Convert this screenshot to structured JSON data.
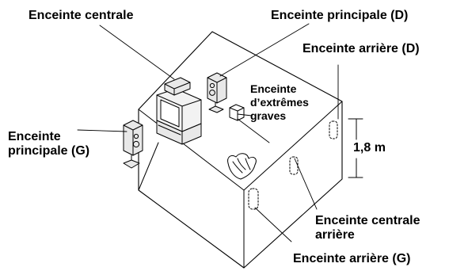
{
  "colors": {
    "ink": "#000000",
    "background": "#ffffff",
    "speaker_fill": "#e8e8e8",
    "screen_fill": "#f2f2f2"
  },
  "labels": {
    "center": "Enceinte centrale",
    "front_right": "Enceinte principale (D)",
    "rear_right": "Enceinte arrière (D)",
    "subwoofer": [
      "Enceinte",
      "d’extrêmes",
      "graves"
    ],
    "front_left": [
      "Enceinte",
      "principale (G)"
    ],
    "distance": "1,8 m",
    "rear_center": [
      "Enceinte centrale",
      "arrière"
    ],
    "rear_left": "Enceinte arrière (G)"
  }
}
